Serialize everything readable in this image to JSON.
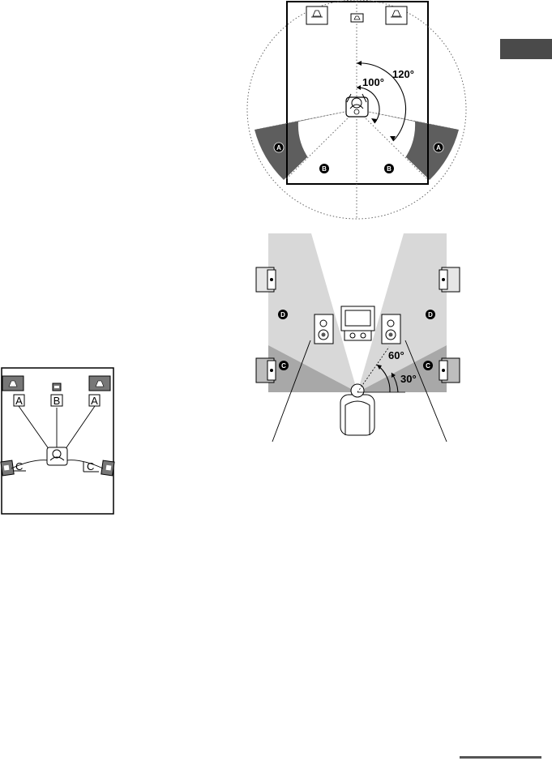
{
  "top_diagram": {
    "angle_outer": "120°",
    "angle_inner": "100°",
    "zone_outer_left": "A",
    "zone_outer_right": "A",
    "zone_inner_left": "B",
    "zone_inner_right": "B"
  },
  "middle_diagram": {
    "angle_upper": "60°",
    "angle_lower": "30°",
    "zone_upper_left": "D",
    "zone_upper_right": "D",
    "zone_lower_left": "C",
    "zone_lower_right": "C"
  },
  "left_diagram": {
    "label_front_left": "A",
    "label_center": "B",
    "label_front_right": "A",
    "label_surround_left": "C",
    "label_surround_right": "C"
  },
  "colors": {
    "dark_zone": "#5e5e5e",
    "light_zone": "#d4d4d4",
    "mid_zone": "#a8a8a8",
    "tab_marker": "#4a4a4a"
  }
}
